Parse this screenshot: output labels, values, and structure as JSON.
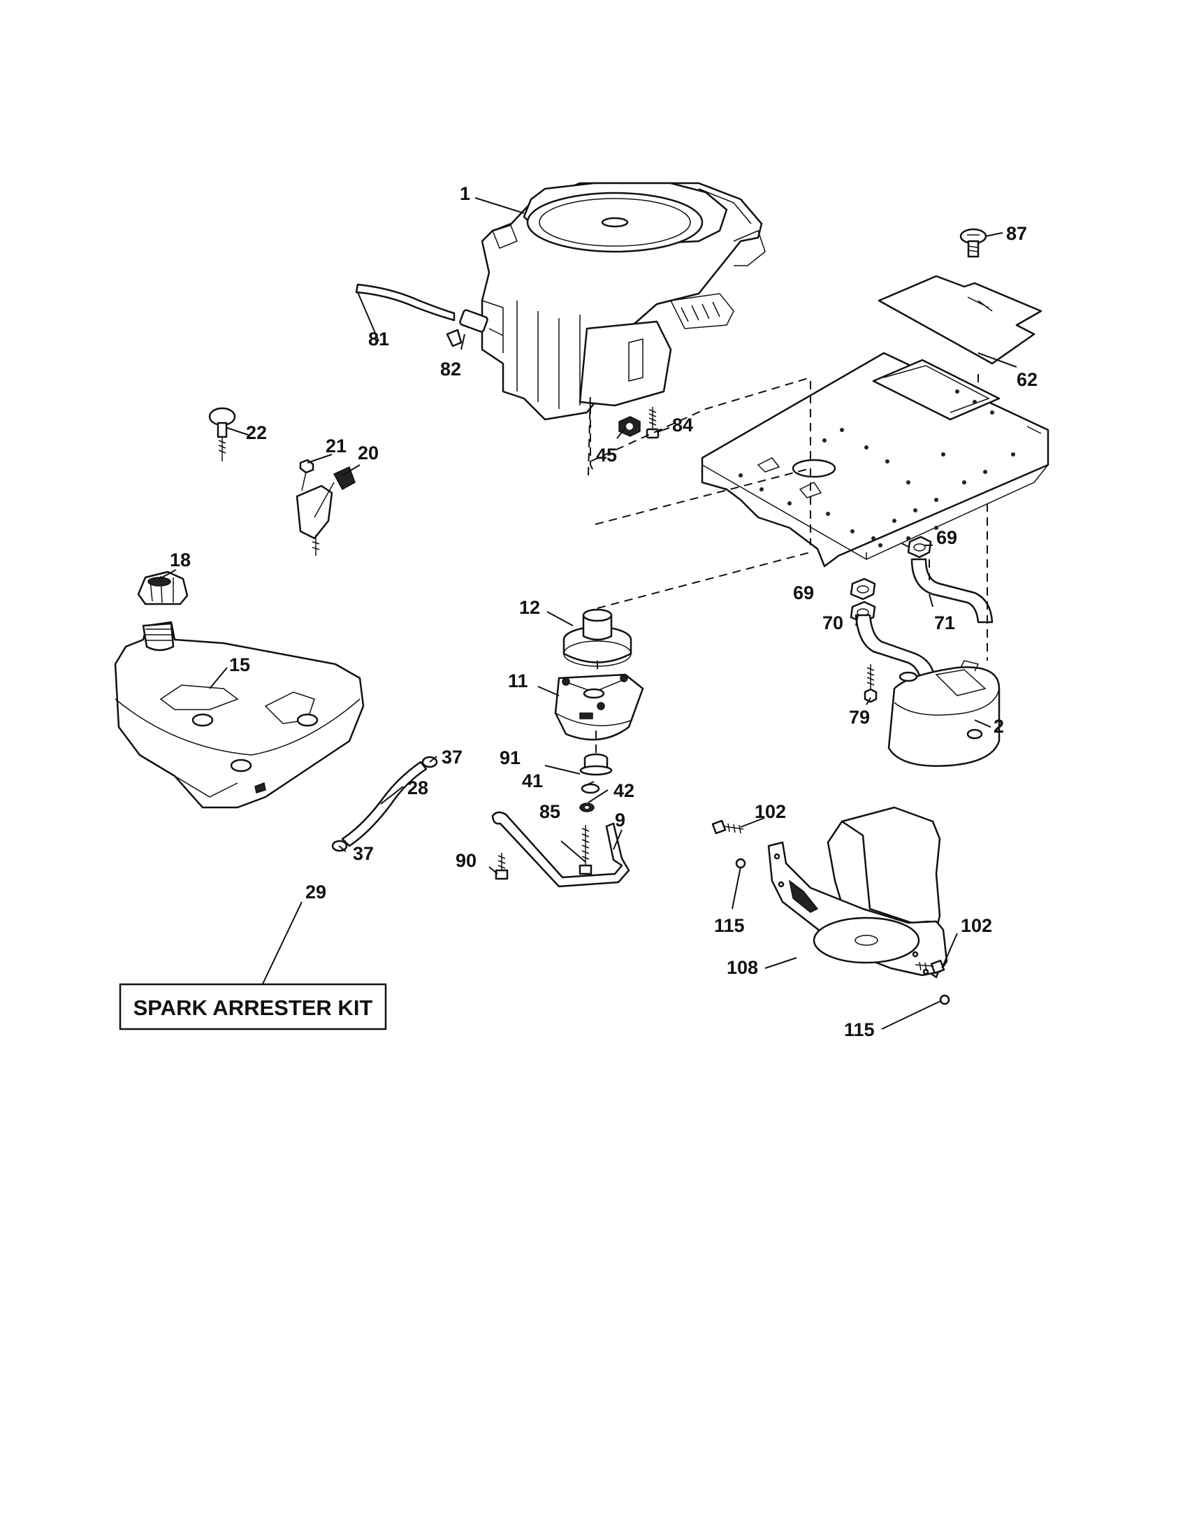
{
  "callouts": {
    "c1": "1",
    "c2": "2",
    "c9": "9",
    "c11": "11",
    "c12": "12",
    "c15": "15",
    "c18": "18",
    "c20": "20",
    "c21": "21",
    "c22": "22",
    "c28": "28",
    "c29": "29",
    "c37a": "37",
    "c37b": "37",
    "c41": "41",
    "c42": "42",
    "c45": "45",
    "c62": "62",
    "c69a": "69",
    "c69b": "69",
    "c70": "70",
    "c71": "71",
    "c79": "79",
    "c81": "81",
    "c82": "82",
    "c84": "84",
    "c85": "85",
    "c87": "87",
    "c90": "90",
    "c91": "91",
    "c102a": "102",
    "c102b": "102",
    "c108": "108",
    "c115a": "115",
    "c115b": "115"
  },
  "kit_label": "SPARK ARRESTER KIT"
}
